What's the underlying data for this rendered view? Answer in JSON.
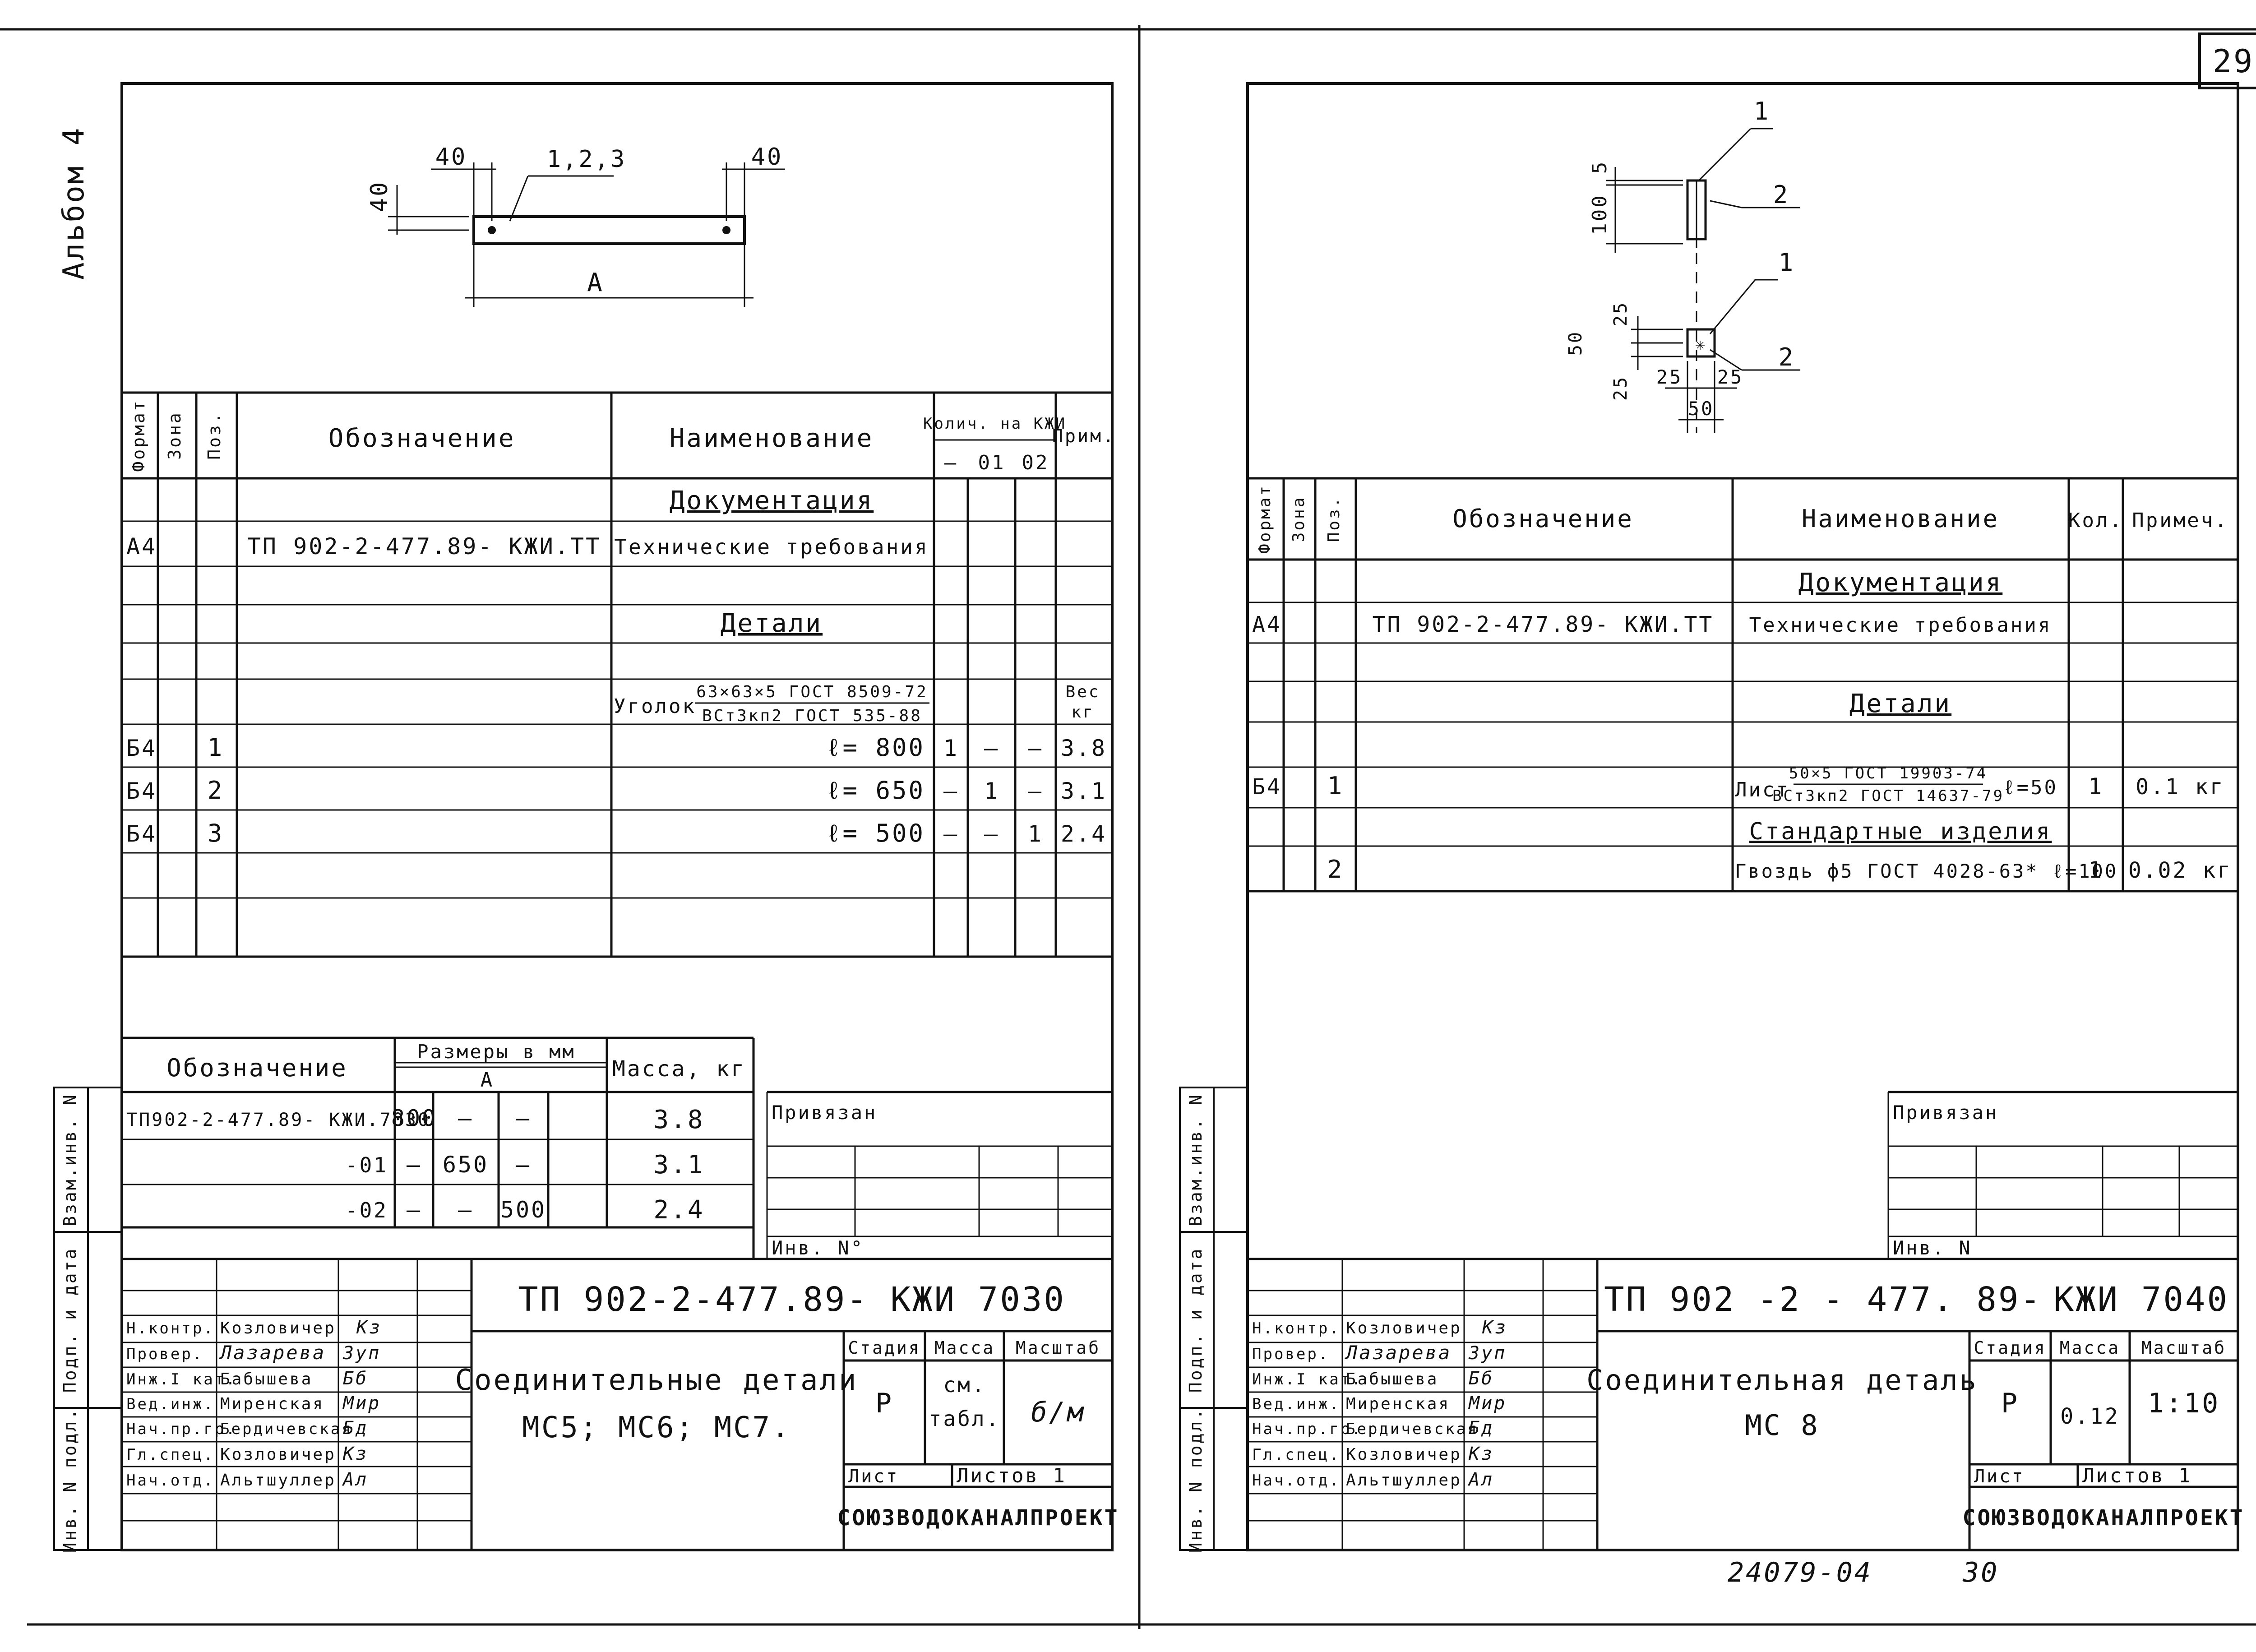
{
  "page_number": "29",
  "album_label": "Альбом 4",
  "footer_code": "24079-04",
  "footer_page": "30",
  "side_stamp": {
    "vzam_inv": "Взам.инв. N",
    "podp_data": "Подп. и дата",
    "inv_podl": "Инв. N подл."
  },
  "left": {
    "drawing": {
      "dim_left": "40",
      "dim_right": "40",
      "dim_height": "40",
      "pos_label": "1,2,3",
      "dim_length": "А"
    },
    "spec_headers": {
      "format": "Формат",
      "zone": "Зона",
      "pos": "Поз.",
      "designation": "Обозначение",
      "name": "Наименование",
      "qty": "Колич. на КЖИ",
      "qty_cols": [
        "—",
        "01",
        "02"
      ],
      "note": "Прим."
    },
    "section_doc": "Документация",
    "doc_row": {
      "format": "А4",
      "designation": "ТП 902-2-477.89- КЖИ.ТТ",
      "name": "Технические требования"
    },
    "section_details": "Детали",
    "material": {
      "prefix": "Уголок",
      "numerator": "63×63×5 ГОСТ 8509-72",
      "denominator": "ВСт3кп2 ГОСТ 535-88",
      "note_top": "Вес",
      "note_bottom": "кг"
    },
    "items": [
      {
        "format": "Б4",
        "pos": "1",
        "name": "ℓ= 800",
        "q0": "1",
        "q1": "—",
        "q2": "—",
        "note": "3.8"
      },
      {
        "format": "Б4",
        "pos": "2",
        "name": "ℓ= 650",
        "q0": "—",
        "q1": "1",
        "q2": "—",
        "note": "3.1"
      },
      {
        "format": "Б4",
        "pos": "3",
        "name": "ℓ= 500",
        "q0": "—",
        "q1": "—",
        "q2": "1",
        "note": "2.4"
      }
    ],
    "variants_headers": {
      "designation": "Обозначение",
      "sizes": "Размеры в мм",
      "a": "А",
      "mass": "Масса, кг"
    },
    "variants": [
      {
        "designation": "ТП902-2-477.89- КЖИ.7030",
        "c1": "800",
        "c2": "—",
        "c3": "—",
        "mass": "3.8"
      },
      {
        "designation": "-01",
        "c1": "—",
        "c2": "650",
        "c3": "—",
        "mass": "3.1"
      },
      {
        "designation": "-02",
        "c1": "—",
        "c2": "—",
        "c3": "500",
        "mass": "2.4"
      }
    ],
    "privyazan": "Привязан",
    "inv_no": "Инв. N°",
    "title_block": {
      "code": "ТП 902-2-477.89-  КЖИ 7030",
      "title_line1": "Соединительные детали",
      "title_line2": "МС5; МС6; МС7.",
      "stage_h": "Стадия",
      "mass_h": "Масса",
      "scale_h": "Масштаб",
      "stage": "Р",
      "mass_line1": "см.",
      "mass_line2": "табл.",
      "scale": "б/м",
      "sheet": "Лист",
      "sheets": "Листов 1",
      "org": "СОЮЗВОДОКАНАЛПРОЕКТ",
      "roles": [
        {
          "role": "Н.контр.",
          "name": "Козловичер",
          "sig": "Кз"
        },
        {
          "role": "Провер.",
          "name": "Лазарева",
          "sig": "Зуп"
        },
        {
          "role": "Инж.I кат.",
          "name": "Бабышева",
          "sig": "Бб"
        },
        {
          "role": "Вед.инж.",
          "name": "Миренская",
          "sig": "Мир"
        },
        {
          "role": "Нач.пр.гр.",
          "name": "Бердичевская",
          "sig": "Бд"
        },
        {
          "role": "Гл.спец.",
          "name": "Козловичер",
          "sig": "Кз"
        },
        {
          "role": "Нач.отд.",
          "name": "Альтшуллер",
          "sig": "Ал"
        }
      ]
    }
  },
  "right": {
    "drawing": {
      "pos1_top": "1",
      "pos2_top": "2",
      "pos1_bot": "1",
      "pos2_bot": "2",
      "dim_5": "5",
      "dim_100": "100",
      "dim_25a": "25",
      "dim_50v": "50",
      "dim_25b": "25",
      "dim_25c": "25",
      "dim_25d": "25",
      "dim_50h": "50"
    },
    "spec_headers": {
      "format": "Формат",
      "zone": "Зона",
      "pos": "Поз.",
      "designation": "Обозначение",
      "name": "Наименование",
      "qty": "Кол.",
      "note": "Примеч."
    },
    "section_doc": "Документация",
    "doc_row": {
      "format": "А4",
      "designation": "ТП 902-2-477.89- КЖИ.ТТ",
      "name": "Технические требования"
    },
    "section_details": "Детали",
    "item1": {
      "format": "Б4",
      "pos": "1",
      "prefix": "Лист",
      "numerator": "50×5 ГОСТ 19903-74",
      "denominator": "ВСт3кп2 ГОСТ 14637-79",
      "len": "ℓ=50",
      "qty": "1",
      "note": "0.1 кг"
    },
    "section_std": "Стандартные изделия",
    "item2": {
      "pos": "2",
      "name": "Гвоздь ф5 ГОСТ 4028-63* ℓ=100",
      "qty": "1",
      "note": "0.02 кг"
    },
    "privyazan": "Привязан",
    "inv_no": "Инв. N",
    "title_block": {
      "code": "ТП 902 -2 - 477. 89-",
      "code2": "КЖИ 7040",
      "title_line1": "Соединительная деталь",
      "title_line2": "МС 8",
      "stage_h": "Стадия",
      "mass_h": "Масса",
      "scale_h": "Масштаб",
      "stage": "Р",
      "mass": "0.12",
      "scale": "1:10",
      "sheet": "Лист",
      "sheets": "Листов 1",
      "org": "СОЮЗВОДОКАНАЛПРОЕКТ",
      "roles": [
        {
          "role": "Н.контр.",
          "name": "Козловичер",
          "sig": "Кз"
        },
        {
          "role": "Провер.",
          "name": "Лазарева",
          "sig": "Зуп"
        },
        {
          "role": "Инж.I кат.",
          "name": "Бабышева",
          "sig": "Бб"
        },
        {
          "role": "Вед.инж.",
          "name": "Миренская",
          "sig": "Мир"
        },
        {
          "role": "Нач.пр.гр.",
          "name": "Бердичевская",
          "sig": "Бд"
        },
        {
          "role": "Гл.спец.",
          "name": "Козловичер",
          "sig": "Кз"
        },
        {
          "role": "Нач.отд.",
          "name": "Альтшуллер",
          "sig": "Ал"
        }
      ]
    }
  }
}
